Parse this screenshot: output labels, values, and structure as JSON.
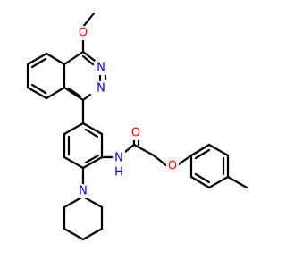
{
  "molecule": {
    "atoms": {
      "o_methoxy": {
        "label": "O",
        "color": "#ff0000"
      },
      "n_upper": {
        "label": "N",
        "color": "#0000ff"
      },
      "n_lower": {
        "label": "N",
        "color": "#0000ff"
      },
      "o_carbonyl": {
        "label": "O",
        "color": "#ff0000"
      },
      "n_amide": {
        "label": "N",
        "color": "#0000ff"
      },
      "h_amide": {
        "label": "H",
        "color": "#0000ff"
      },
      "o_ether": {
        "label": "O",
        "color": "#ff0000"
      },
      "n_piperidine": {
        "label": "N",
        "color": "#0000ff"
      }
    },
    "bond_color": "#000000"
  }
}
